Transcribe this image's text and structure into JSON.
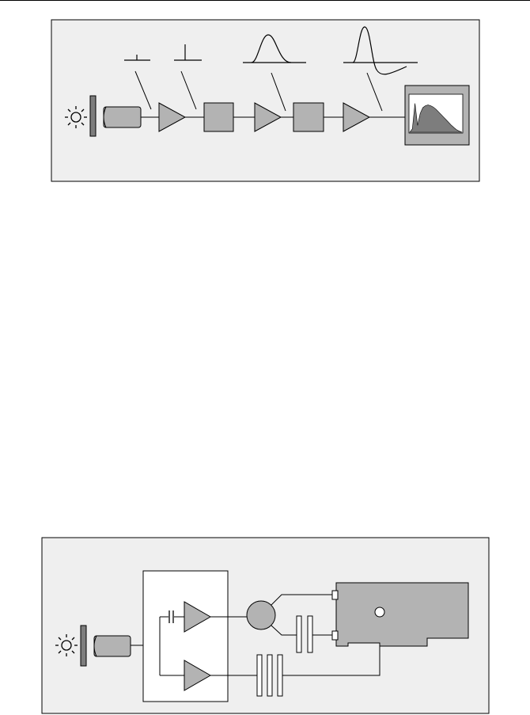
{
  "page": {
    "background": "#ffffff",
    "figure_background": "#efefef",
    "component_fill": "#b3b3b3",
    "detector_fill": "#7d7d7d",
    "line_color": "#000000"
  },
  "figure1": {
    "description_icons": [
      "light-source-icon",
      "scintillator-crystal",
      "photomultiplier-tube",
      "preamplifier",
      "shaping-module",
      "amplifier",
      "analog-to-digital-converter",
      "amplifier",
      "multichannel-analyzer-display"
    ],
    "waveforms": [
      "step-pulse",
      "step-pulse",
      "gaussian-pulse",
      "bipolar-pulse"
    ],
    "chart_data": {
      "type": "area",
      "title": "",
      "xlabel": "",
      "ylabel": "",
      "x": [
        0,
        1,
        2,
        3,
        4,
        5,
        6,
        7,
        8,
        9,
        10,
        11,
        12,
        13,
        14,
        15,
        16,
        17,
        18,
        19,
        20
      ],
      "series": [
        {
          "values": [
            0,
            0.1,
            0.85,
            0.2,
            0.55,
            0.72,
            0.78,
            0.8,
            0.78,
            0.74,
            0.68,
            0.6,
            0.52,
            0.44,
            0.36,
            0.28,
            0.2,
            0.13,
            0.07,
            0.03,
            0
          ]
        }
      ],
      "grid": false
    }
  },
  "figure2": {
    "description_icons": [
      "light-source-icon",
      "scintillator-crystal",
      "photomultiplier-tube",
      "preamplifier-box",
      "coupling-capacitor",
      "amplifier-top",
      "amplifier-bottom",
      "summing-node",
      "cable-connector",
      "cable-connector",
      "acquisition-card"
    ]
  }
}
